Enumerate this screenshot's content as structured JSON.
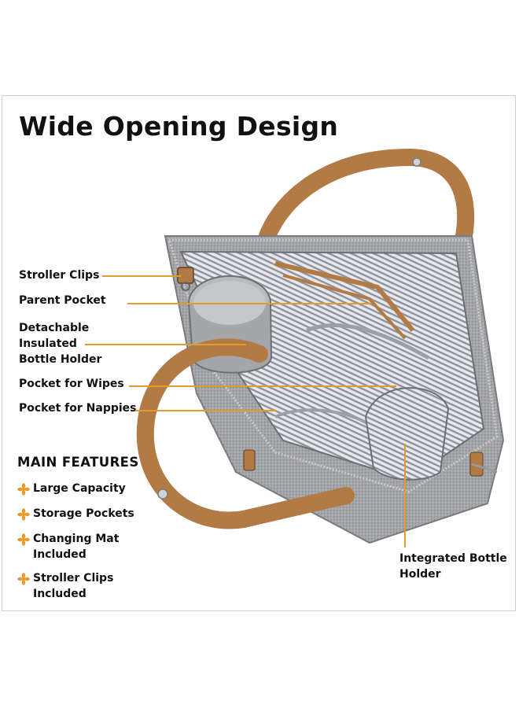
{
  "title": "Wide Opening Design",
  "callouts": [
    {
      "label": "Stroller Clips"
    },
    {
      "label": "Parent Pocket"
    },
    {
      "label": "Detachable\nInsulated\nBottle Holder"
    },
    {
      "label": "Pocket for Wipes"
    },
    {
      "label": "Pocket for Nappies"
    }
  ],
  "integrated_callout": "Integrated Bottle\nHolder",
  "main_features": {
    "heading": "MAIN FEATURES",
    "items": [
      {
        "label": "Large Capacity"
      },
      {
        "label": "Storage Pockets"
      },
      {
        "label": "Changing Mat\nIncluded"
      },
      {
        "label": "Stroller Clips\nIncluded"
      }
    ]
  },
  "colors": {
    "accent": "#e39a2f",
    "text": "#111111",
    "bag_grey": "#9e9fa3",
    "strap_tan": "#b27a45",
    "lining_stripe": "#d8dbe0",
    "card_border": "#cfcfcf"
  },
  "icons": {
    "feature_bullet": "asterisk-flower-icon"
  }
}
